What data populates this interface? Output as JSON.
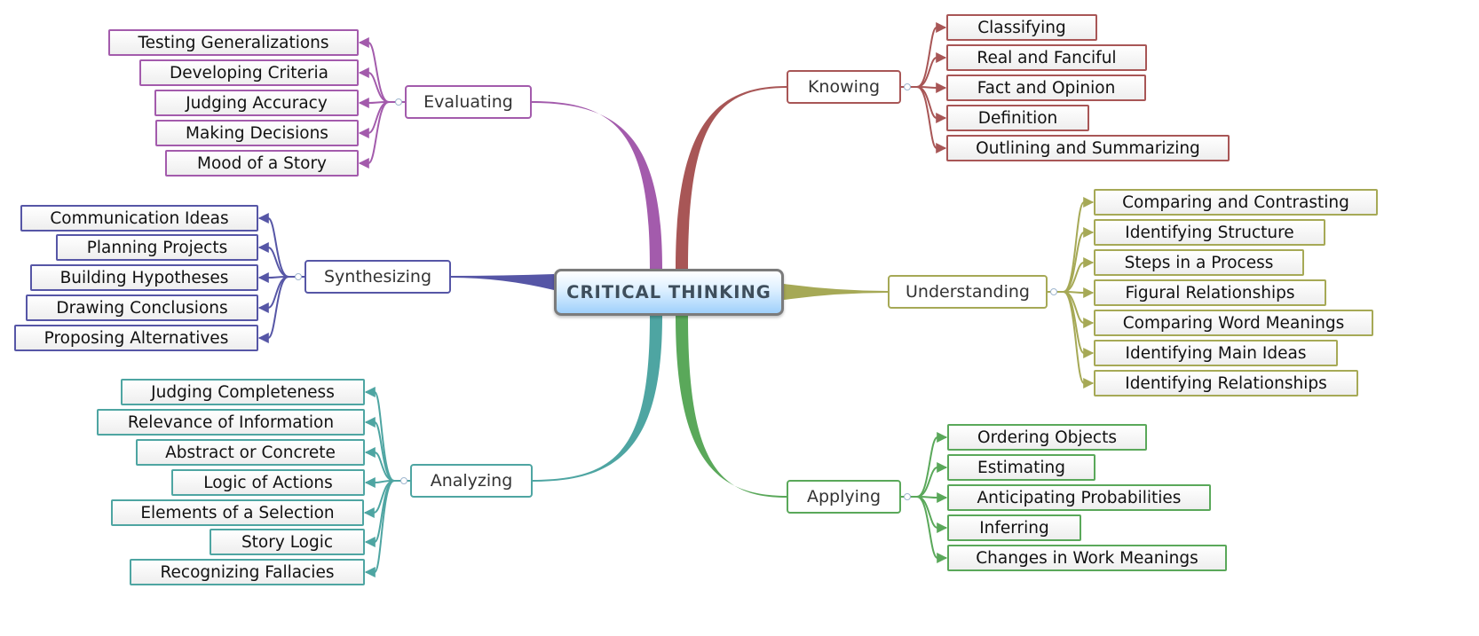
{
  "root": {
    "label": "CRITICAL THINKING",
    "color": "#8a8a8a"
  },
  "branches": [
    {
      "key": "evaluating",
      "label": "Evaluating",
      "color": "#a35bac",
      "children": [
        "Testing Generalizations",
        "Developing Criteria",
        "Judging Accuracy",
        "Making Decisions",
        "Mood of a Story"
      ]
    },
    {
      "key": "synthesizing",
      "label": "Synthesizing",
      "color": "#5656a6",
      "children": [
        "Communication Ideas",
        "Planning Projects",
        "Building Hypotheses",
        "Drawing Conclusions",
        "Proposing Alternatives"
      ]
    },
    {
      "key": "analyzing",
      "label": "Analyzing",
      "color": "#4ea5a2",
      "children": [
        "Judging Completeness",
        "Relevance of Information",
        "Abstract or Concrete",
        "Logic of Actions",
        "Elements of a Selection",
        "Story Logic",
        "Recognizing Fallacies"
      ]
    },
    {
      "key": "knowing",
      "label": "Knowing",
      "color": "#a85656",
      "children": [
        "Classifying",
        "Real and Fanciful",
        "Fact and Opinion",
        "Definition",
        "Outlining and Summarizing"
      ]
    },
    {
      "key": "understanding",
      "label": "Understanding",
      "color": "#a6a956",
      "children": [
        "Comparing and Contrasting",
        "Identifying Structure",
        "Steps in a Process",
        "Figural Relationships",
        "Comparing Word Meanings",
        "Identifying Main Ideas",
        "Identifying Relationships"
      ]
    },
    {
      "key": "applying",
      "label": "Applying",
      "color": "#5aa85a",
      "children": [
        "Ordering Objects",
        "Estimating",
        "Anticipating Probabilities",
        "Inferring",
        "Changes in Work Meanings"
      ]
    }
  ]
}
